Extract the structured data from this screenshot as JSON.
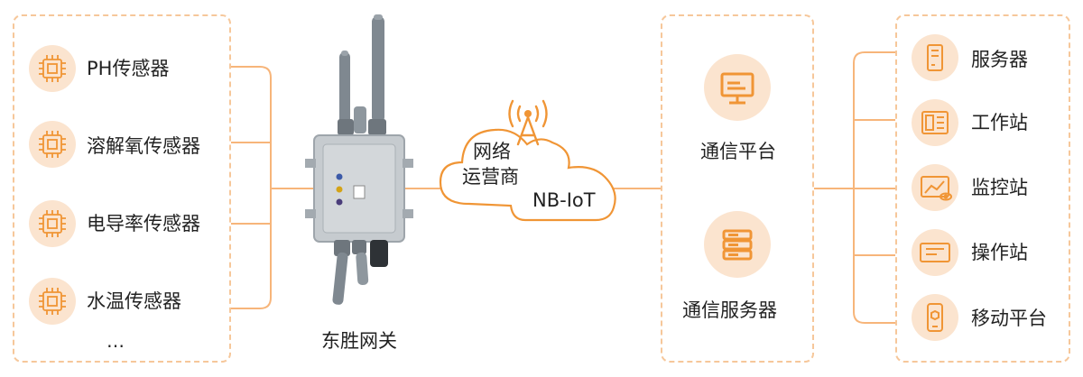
{
  "colors": {
    "accent": "#f09535",
    "accent_light": "#fbe4cf",
    "dash": "#f6c79a",
    "text": "#222222"
  },
  "sensors": {
    "items": [
      {
        "label": "PH传感器",
        "icon": "sensor-chip-icon"
      },
      {
        "label": "溶解氧传感器",
        "icon": "sensor-chip-icon"
      },
      {
        "label": "电导率传感器",
        "icon": "sensor-chip-icon"
      },
      {
        "label": "水温传感器",
        "icon": "sensor-chip-icon"
      }
    ],
    "more": "…"
  },
  "gateway": {
    "label": "东胜网关",
    "icon": "gateway-device-icon"
  },
  "network": {
    "carrier_line1": "网络",
    "carrier_line2": "运营商",
    "protocol": "NB-IoT",
    "icon": "signal-tower-icon"
  },
  "platform": {
    "items": [
      {
        "label": "通信平台",
        "icon": "monitor-icon"
      },
      {
        "label": "通信服务器",
        "icon": "server-rack-icon"
      }
    ]
  },
  "terminals": {
    "items": [
      {
        "label": "服务器",
        "icon": "server-icon"
      },
      {
        "label": "工作站",
        "icon": "workstation-icon"
      },
      {
        "label": "监控站",
        "icon": "monitor-chart-icon"
      },
      {
        "label": "操作站",
        "icon": "console-icon"
      },
      {
        "label": "移动平台",
        "icon": "mobile-phone-icon"
      }
    ]
  }
}
